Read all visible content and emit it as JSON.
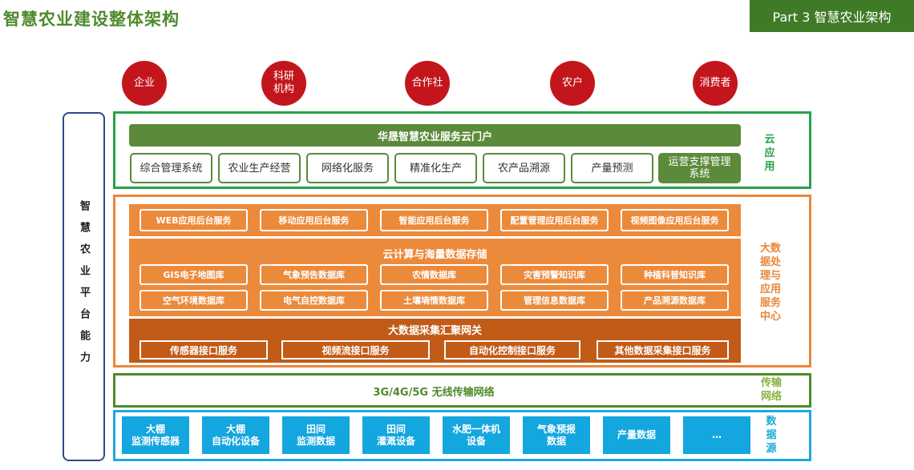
{
  "header": {
    "title": "智慧农业建设整体架构",
    "part_label": "Part 3 智慧农业架构"
  },
  "users": [
    "企业",
    "科研\n机构",
    "合作社",
    "农户",
    "消费者"
  ],
  "platform_label": "智慧农业平台能力",
  "cloud": {
    "side_label": "云\n应\n用",
    "portal": "华晟智慧农业服务云门户",
    "apps": [
      "综合管理系统",
      "农业生产经营",
      "网络化服务",
      "精准化生产",
      "农产品溯源",
      "产量预测",
      "运营支撑管理\n系统"
    ]
  },
  "bigdata": {
    "side_label": "大数\n据处\n理与\n应用\n服务\n中心",
    "services": [
      "WEB应用后台服务",
      "移动应用后台服务",
      "智能应用后台服务",
      "配置管理应用后台服务",
      "视频图像应用后台服务"
    ],
    "storage_title": "云计算与海量数据存储",
    "databases_row1": [
      "GIS电子地图库",
      "气象预告数据库",
      "农情数据库",
      "灾害预警知识库",
      "种植科普知识库"
    ],
    "databases_row2": [
      "空气环境数据库",
      "电气自控数据库",
      "土壤墒情数据库",
      "管理信息数据库",
      "产品溯源数据库"
    ],
    "gateway_title": "大数据采集汇聚网关",
    "interfaces": [
      "传感器接口服务",
      "视频流接口服务",
      "自动化控制接口服务",
      "其他数据采集接口服务"
    ]
  },
  "transport": {
    "side_label": "传输\n网络",
    "network": "3G/4G/5G 无线传输网络"
  },
  "datasource": {
    "side_label": "数\n据\n源",
    "items": [
      "大棚\n监测传感器",
      "大棚\n自动化设备",
      "田间\n监测数据",
      "田间\n灌溉设备",
      "水肥一体机\n设备",
      "气象预报\n数据",
      "产量数据",
      "…"
    ]
  },
  "colors": {
    "title_green": "#4e8a2b",
    "user_red": "#c3161c",
    "cloud_green": "#27a24a",
    "bigdata_orange": "#e9873a",
    "gateway_brown": "#c25b17",
    "transport_green": "#4f8a2b",
    "datasource_blue": "#1da9de"
  }
}
